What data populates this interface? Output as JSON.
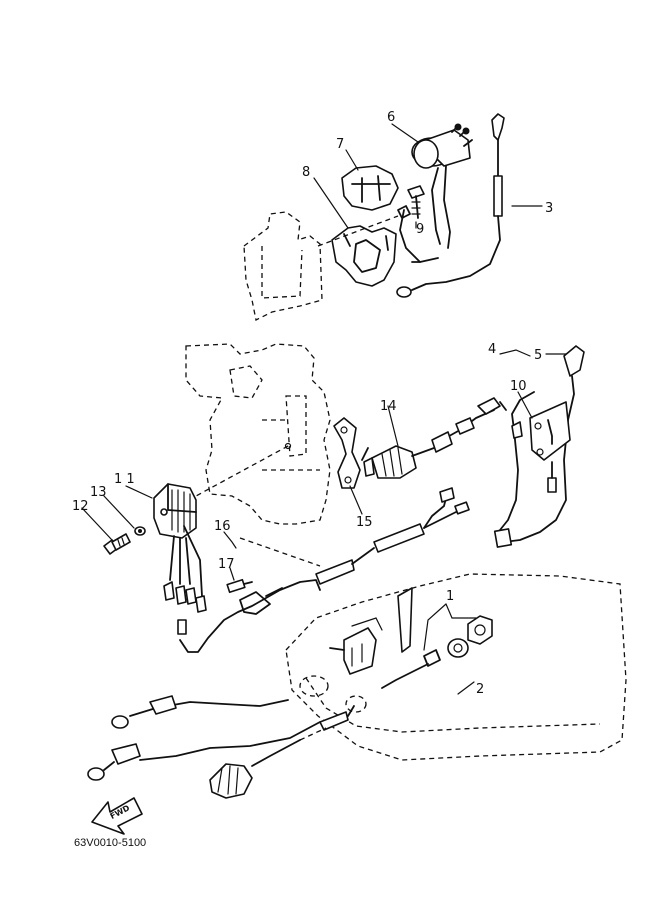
{
  "callouts": {
    "c1": "1",
    "c2": "2",
    "c3": "3",
    "c4": "4",
    "c5": "5",
    "c6": "6",
    "c7": "7",
    "c8": "8",
    "c9": "9",
    "c10": "10",
    "c11": "1 1",
    "c12": "12",
    "c13": "13",
    "c14": "14",
    "c15": "15",
    "c16": "16",
    "c17": "17"
  },
  "direction_badge": "FWD",
  "diagram_code": "63V0010-5100"
}
